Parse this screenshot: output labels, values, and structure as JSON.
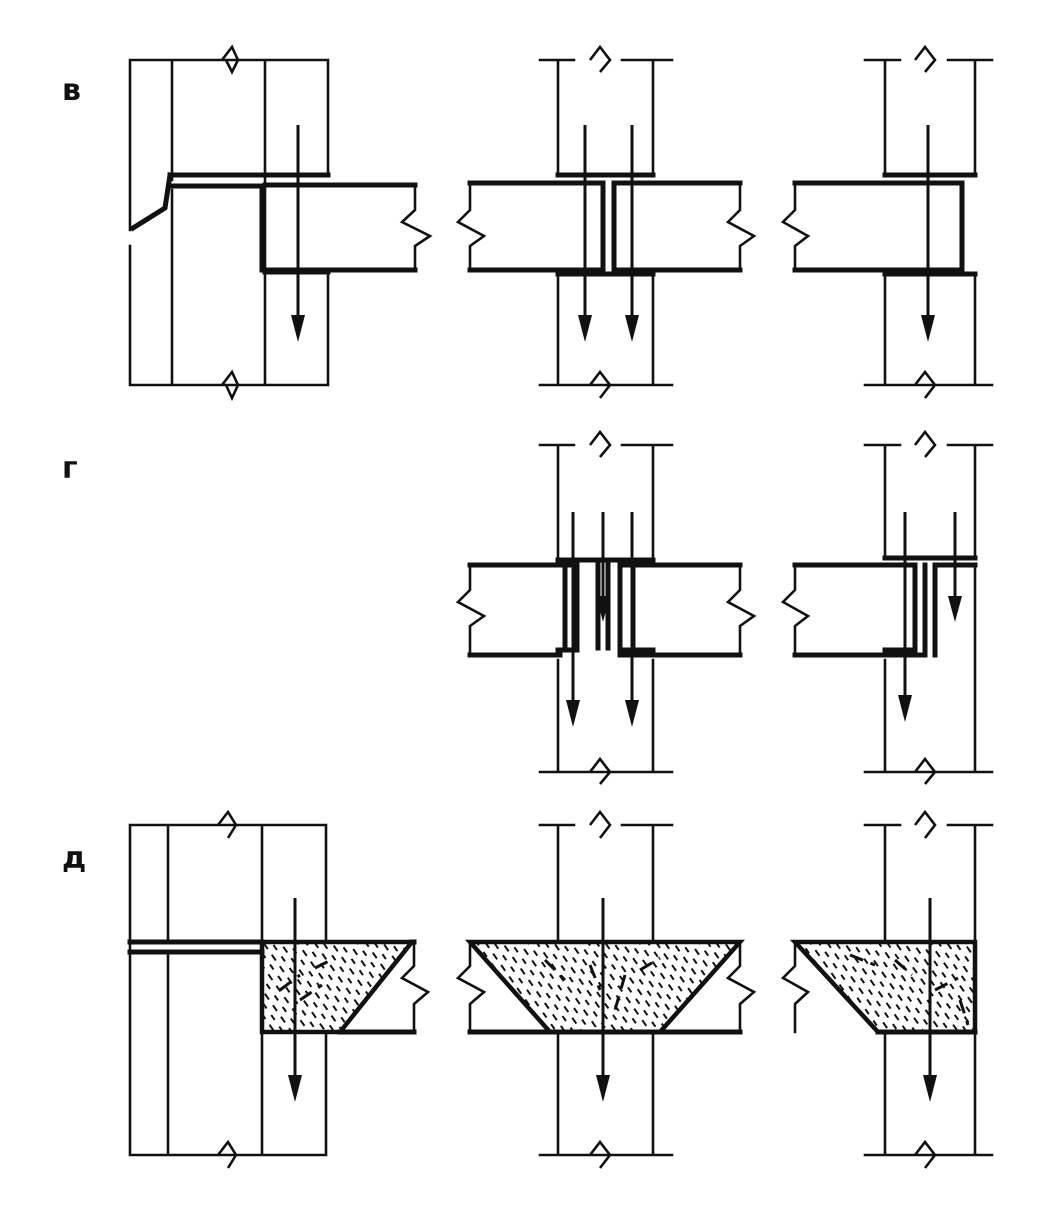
{
  "rows": [
    {
      "id": "v",
      "label": "в"
    },
    {
      "id": "g",
      "label": "г"
    },
    {
      "id": "d",
      "label": "д"
    }
  ],
  "colors": {
    "ink": "#111111",
    "background": "#ffffff"
  }
}
